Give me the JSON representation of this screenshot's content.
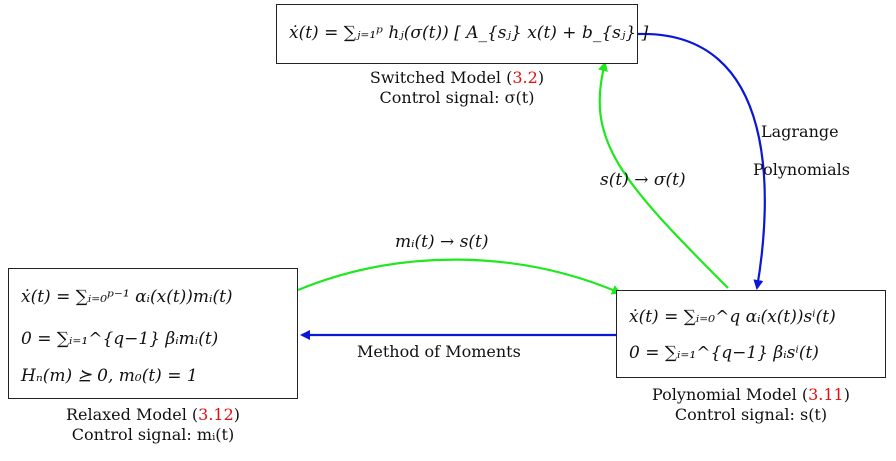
{
  "switched": {
    "equation": "ẋ(t) = ∑ⱼ₌₁ᵖ hⱼ(σ(t)) [ A_{sⱼ} x(t) + b_{sⱼ} ]",
    "caption_prefix": "Switched Model (",
    "caption_ref": "3.2",
    "caption_suffix": ")",
    "control": "Control signal: σ(t)"
  },
  "relaxed": {
    "eq1": "ẋ(t) = ∑ᵢ₌₀ᵖ⁻¹ αᵢ(x(t))mᵢ(t)",
    "eq2": "0  =  ∑ᵢ₌₁^{q−1} βᵢmᵢ(t)",
    "eq3": "Hₙ(m) ⪰ 0,    m₀(t) = 1",
    "caption_prefix": "Relaxed Model (",
    "caption_ref": "3.12",
    "caption_suffix": ")",
    "control": "Control signal: mᵢ(t)"
  },
  "polynomial": {
    "eq1": "ẋ(t)  = ∑ᵢ₌₀^q αᵢ(x(t))sⁱ(t)",
    "eq2": "0 = ∑ᵢ₌₁^{q−1} βᵢsⁱ(t)",
    "caption_prefix": "Polynomial Model (",
    "caption_ref": "3.11",
    "caption_suffix": ")",
    "control": "Control signal: s(t)"
  },
  "edges": {
    "lagrange_line1": "Lagrange",
    "lagrange_line2": "Polynomials",
    "s_to_sigma": "s(t) → σ(t)",
    "m_to_s": "mᵢ(t) → s(t)",
    "moments": "Method of Moments"
  },
  "colors": {
    "blue": "#0a16d8",
    "green": "#1ee81e",
    "ref": "#e01010"
  }
}
